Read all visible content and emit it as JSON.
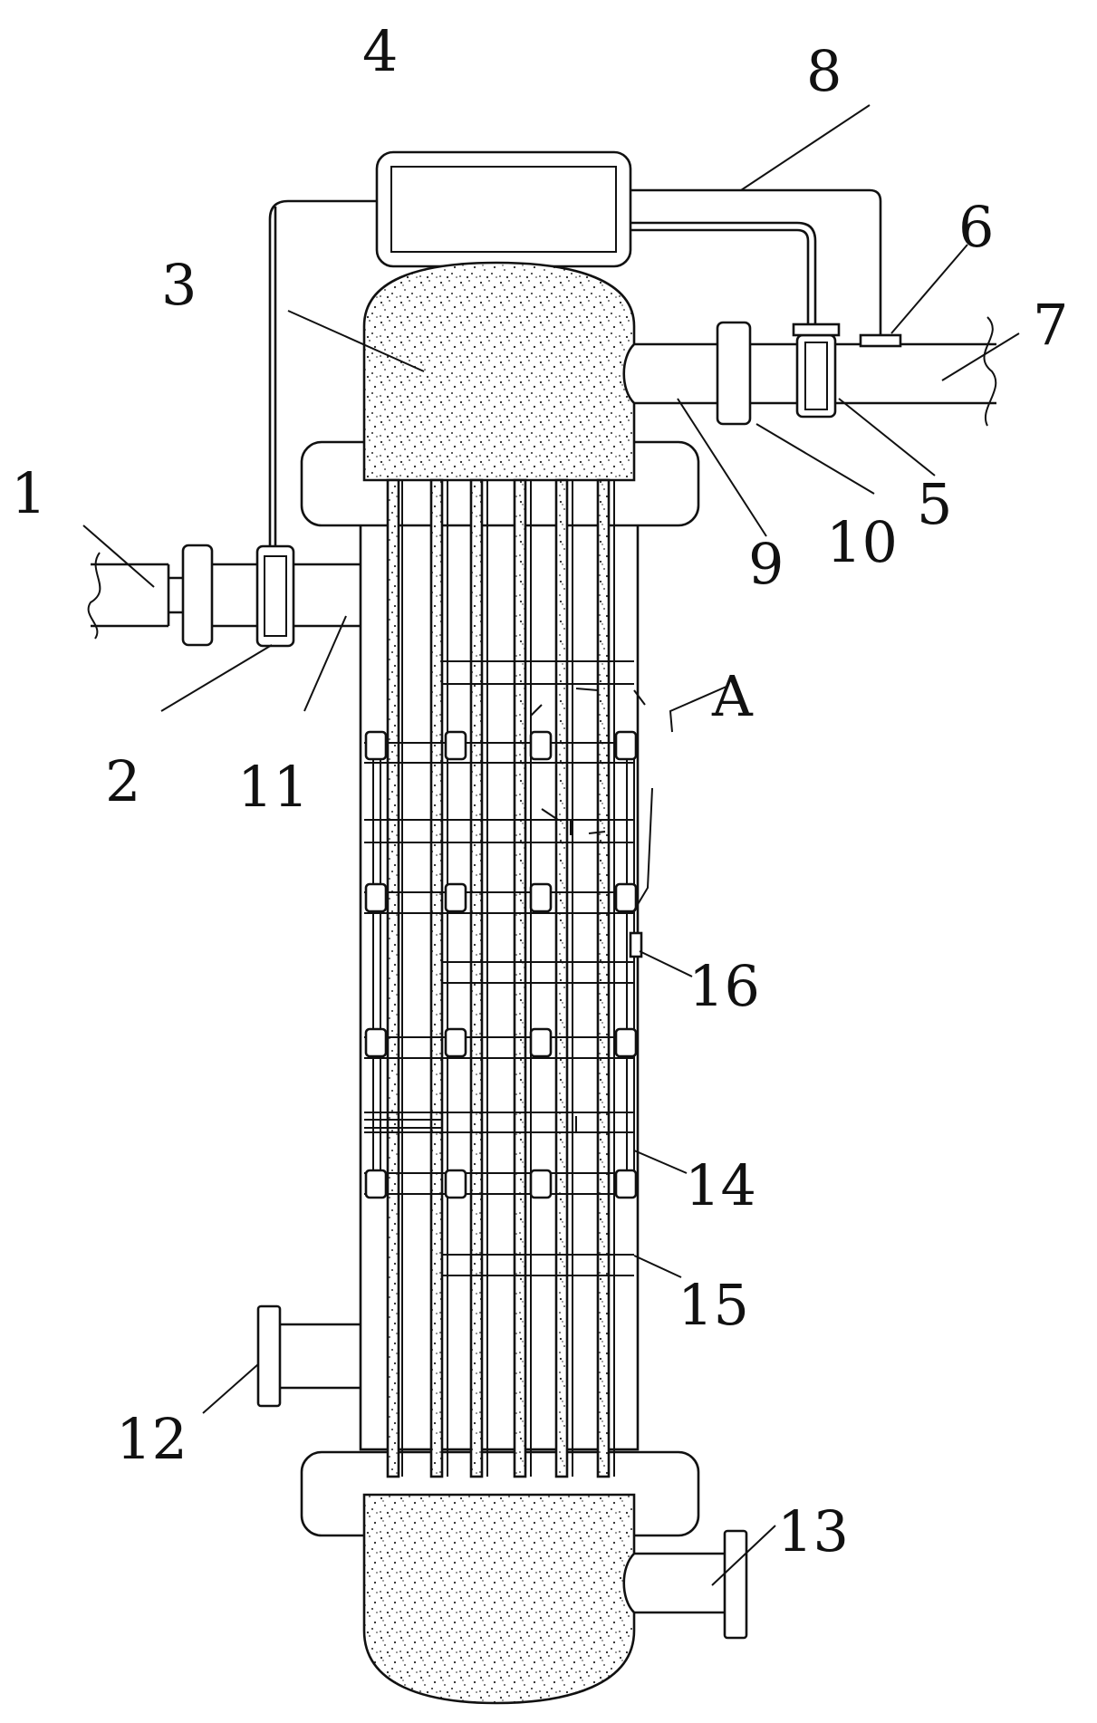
{
  "labels": {
    "l1": "1",
    "l2": "2",
    "l3": "3",
    "l4": "4",
    "l5": "5",
    "l6": "6",
    "l7": "7",
    "l8": "8",
    "l9": "9",
    "l10": "10",
    "l11": "11",
    "l12": "12",
    "l13": "13",
    "l14": "14",
    "l15": "15",
    "l16": "16",
    "lA": "A"
  },
  "colors": {
    "line": "#111111",
    "background": "#ffffff"
  }
}
